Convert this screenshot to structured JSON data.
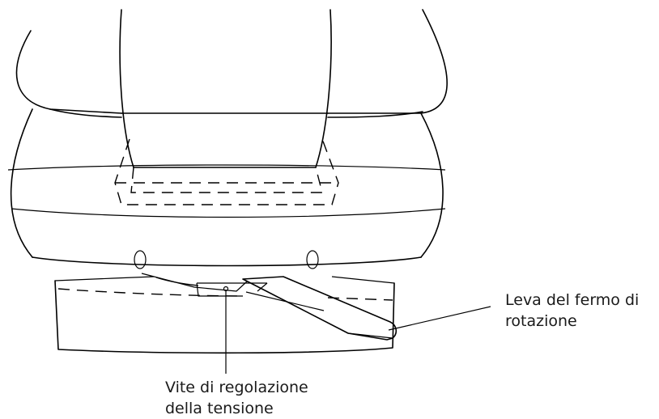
{
  "labels": {
    "lever": {
      "line1": "Leva del fermo di",
      "line2": "rotazione"
    },
    "screw": {
      "line1": "Vite di regolazione",
      "line2": "della tensione"
    }
  },
  "colors": {
    "stroke": "#000000",
    "text": "#1a1a1a",
    "background": "#ffffff"
  }
}
